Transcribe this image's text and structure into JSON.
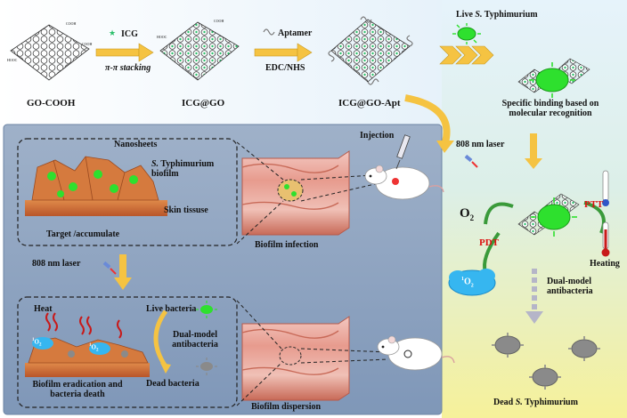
{
  "top": {
    "go_cooh": "GO-COOH",
    "icg": "ICG",
    "pi_stacking": "π-π stacking",
    "icg_go": "ICG@GO",
    "aptamer": "Aptamer",
    "edc_nhs": "EDC/NHS",
    "icg_go_apt": "ICG@GO-Apt",
    "cooh": "COOH",
    "hooc": "HOOC"
  },
  "right": {
    "live_prefix": "Live ",
    "species": "S.",
    "species_name": " Typhimurium",
    "binding_line1": "Specific binding based on",
    "binding_line2": "molecular recognition",
    "laser": "808 nm laser",
    "o2": "O",
    "o2_sub": "2",
    "pdt": "PDT",
    "ptt": "PTT",
    "heating": "Heating",
    "singlet_sup": "1",
    "singlet": "O",
    "singlet_sub": "2",
    "dual_line1": "Dual-model",
    "dual_line2": "antibacteria",
    "dead_prefix": "Dead ",
    "dead_name": " Typhimurium"
  },
  "left": {
    "injection": "Injection",
    "nanosheets": "Nanosheets",
    "biofilm_species": "S.",
    "biofilm_line1": " Typhimurium",
    "biofilm_line2": "biofilm",
    "skin_tissue": "Skin tissuse",
    "target": "Target /accumulate",
    "biofilm_infection": "Biofilm infection",
    "laser": "808 nm laser",
    "heat": "Heat",
    "live_bacteria": "Live bacteria",
    "dual_line1": "Dual-model",
    "dual_line2": "antibacteria",
    "dead_bacteria": "Dead bacteria",
    "eradication_line1": "Biofilm eradication and",
    "eradication_line2": "bacteria death",
    "biofilm_dispersion": "Biofilm dispersion",
    "singlet_sup": "1",
    "singlet": "O",
    "singlet_sub": "2"
  },
  "colors": {
    "left_panel": "#8aa0bc",
    "right_panel_top": "#d8ecf8",
    "right_panel_bottom": "#f4f09a",
    "arrow": "#f5c342",
    "bacteria_live": "#2ee02e",
    "bacteria_dead": "#8a8a8a",
    "skin": "#e8a8a0",
    "tissue": "#c8563a"
  }
}
